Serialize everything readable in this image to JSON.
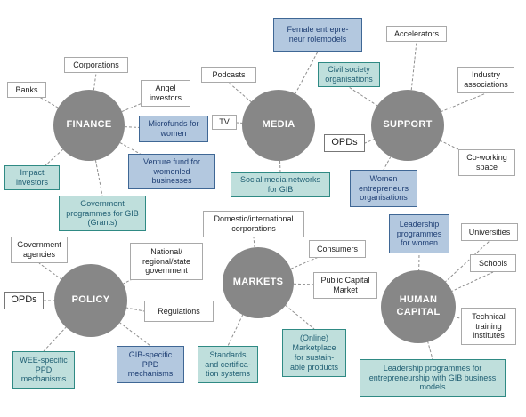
{
  "colors": {
    "hub": "#878787",
    "connector": "#8f8f8f",
    "white_box_border": "#a9a9a9",
    "teal_fill": "#bfdfdc",
    "teal_border": "#2f8a84",
    "blue_fill": "#b3c8df",
    "blue_border": "#3f6795",
    "node_text": "#1f3f74"
  },
  "hubs": {
    "finance": "FINANCE",
    "media": "MEDIA",
    "support": "SUPPORT",
    "policy": "POLICY",
    "markets": "MARKETS",
    "human_capital": "HUMAN\nCAPITAL"
  },
  "nodes": {
    "banks": "Banks",
    "corporations": "Corporations",
    "angel_investors": "Angel\ninvestors",
    "microfunds": "Microfunds for\nwomen",
    "venture_fund": "Venture fund for\nwomenled\nbusinesses",
    "impact_investors": "Impact\ninvestors",
    "gov_programmes_gib": "Government\nprogrammes for GIB\n(Grants)",
    "podcasts": "Podcasts",
    "female_rolemodels": "Female entrepre-\nneur rolemodels",
    "tv": "TV",
    "social_media": "Social media networks\nfor GIB",
    "accelerators": "Accelerators",
    "civil_society": "Civil society\norganisations",
    "industry_associations": "Industry\nassociations",
    "opds_support": "OPDs",
    "coworking": "Co-working\nspace",
    "women_entrepreneurs_orgs": "Women\nentrepreneurs\norganisations",
    "gov_agencies": "Government\nagencies",
    "national_government": "National/\nregional/state\ngovernment",
    "opds_policy": "OPDs",
    "regulations": "Regulations",
    "wee_ppd": "WEE-specific\nPPD\nmechanisms",
    "gib_ppd": "GIB-specific\nPPD\nmechanisms",
    "domestic_corporations": "Domestic/international\ncorporations",
    "consumers": "Consumers",
    "public_capital_market": "Public Capital\nMarket",
    "standards": "Standards\nand certifica-\ntion systems",
    "online_marketplace": "(Online)\nMarketplace\nfor sustain-\nable products",
    "leadership_women": "Leadership\nprogrammes\nfor women",
    "universities": "Universities",
    "schools": "Schools",
    "technical_training": "Technical\ntraining\ninstitutes",
    "leadership_gib": "Leadership programmes for\nentrepreneurship with GIB business\nmodels"
  }
}
